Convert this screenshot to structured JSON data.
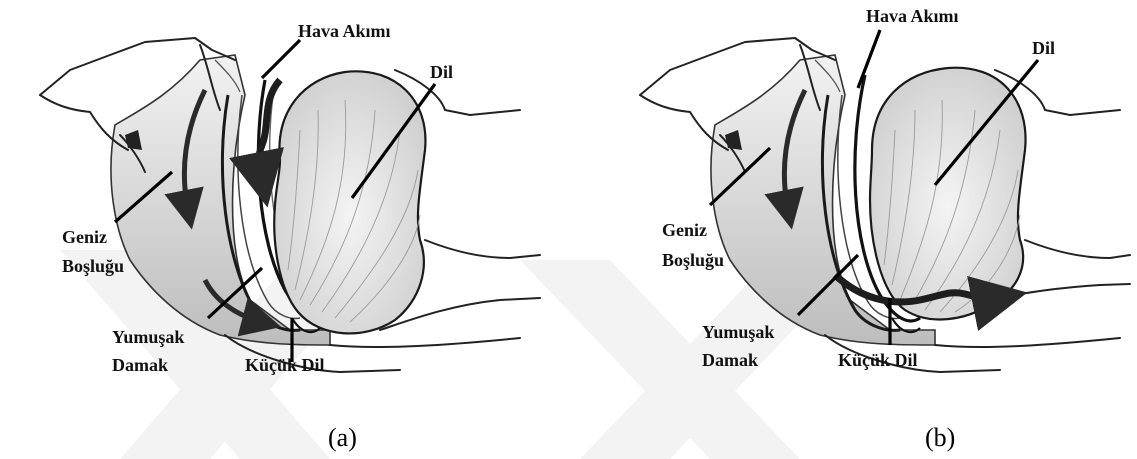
{
  "panels": [
    {
      "id": "a",
      "caption": "(a)",
      "labels": {
        "air_flow": "Hava Akımı",
        "tongue": "Dil",
        "nasal_cavity": [
          "Geniz",
          "Boşluğu"
        ],
        "soft_palate": [
          "Yumuşak",
          "Damak"
        ],
        "uvula": "Küçük Dil"
      }
    },
    {
      "id": "b",
      "caption": "(b)",
      "labels": {
        "air_flow": "Hava Akımı",
        "tongue": "Dil",
        "nasal_cavity": [
          "Geniz",
          "Boşluğu"
        ],
        "soft_palate": [
          "Yumuşak",
          "Damak"
        ],
        "uvula": "Küçük Dil"
      }
    }
  ],
  "colors": {
    "line": "#222222",
    "tongue_fill": "#e4e4e4",
    "airflow_arrow": "#2a2a2a",
    "watermark": "#f3f3f3"
  }
}
